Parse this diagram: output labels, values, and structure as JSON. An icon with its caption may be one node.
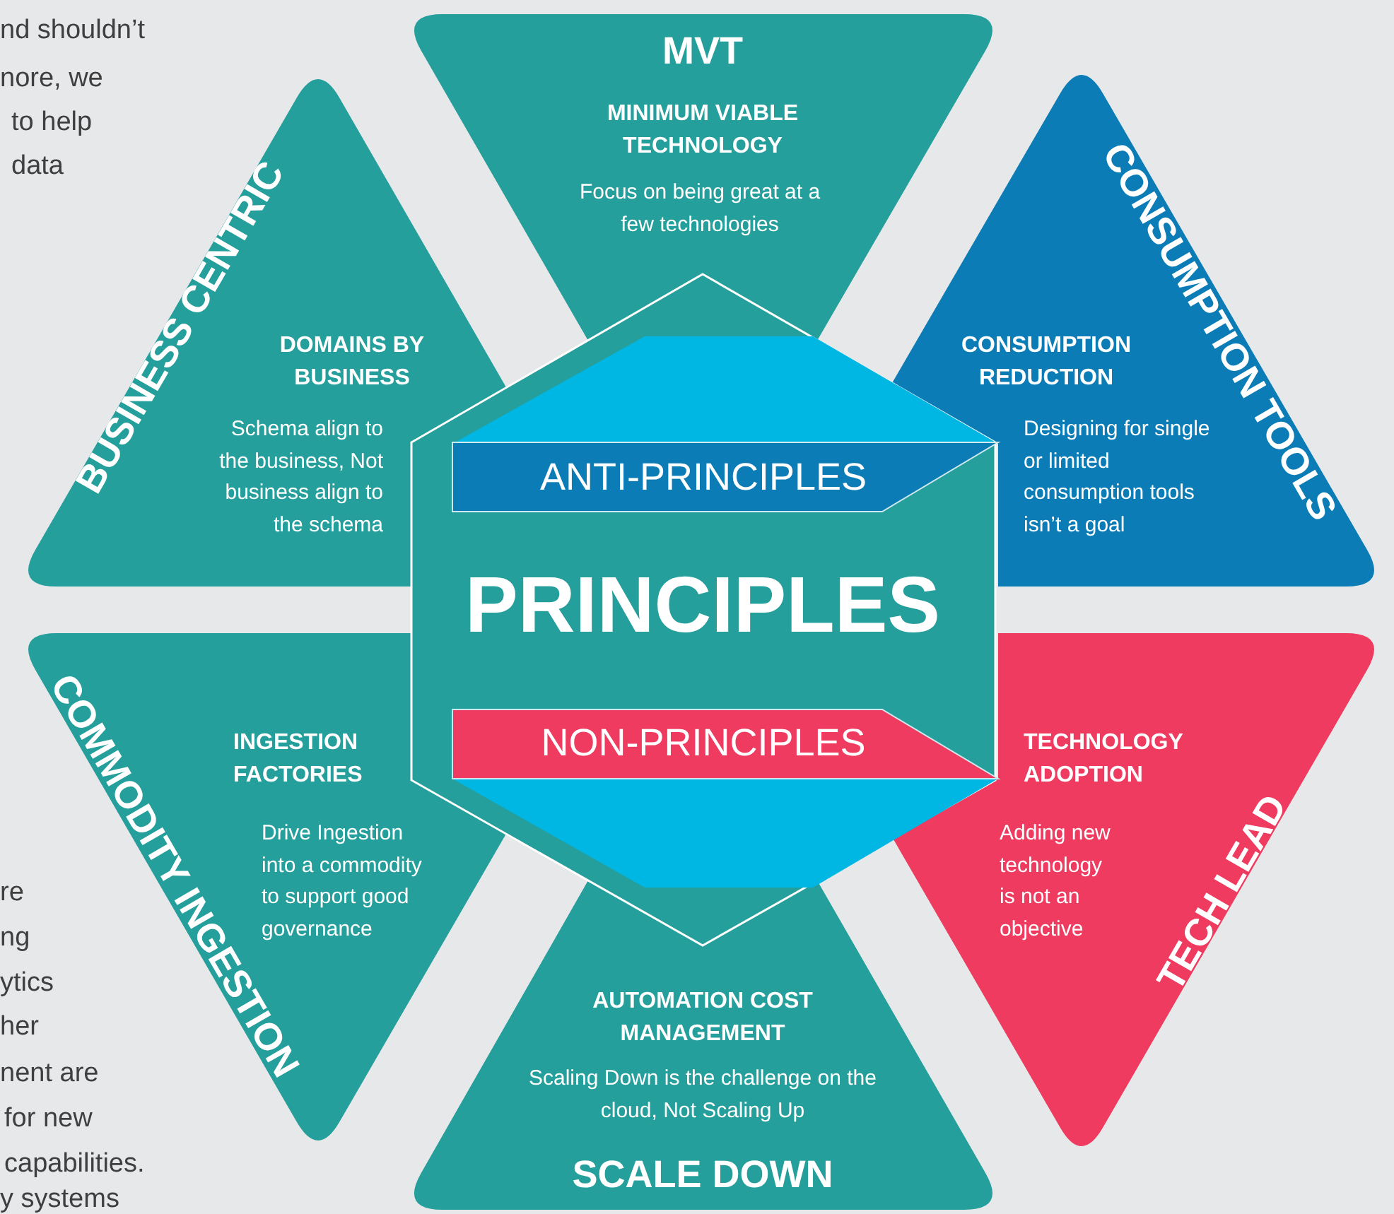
{
  "diagram": {
    "nodes": [
      {
        "text": [
          "MVT",
          "MINIMUM VIABLE TECHNOLOGY",
          "Focus on being great at a few technologies"
        ]
      },
      {
        "text": [
          "BUSINESS CENTRIC",
          "DOMAINS BY BUSINESS",
          "Schema align to the business, Not business align to the schema"
        ]
      },
      {
        "text": [
          "CONSUMPTION TOOLS",
          "CONSUMPTION REDUCTION",
          "Designing for single or limited consumption tools isn’t a goal"
        ]
      },
      {
        "text": [
          "PRINCIPLES"
        ]
      },
      {
        "text": [
          "ANTI-PRINCIPLES"
        ],
        "in": 3
      },
      {
        "text": [
          "NON-PRINCIPLES"
        ],
        "in": 3
      },
      {
        "text": [
          "COMMODITY INGESTION",
          "INGESTION FACTORIES",
          "Drive Ingestion into a commodity to support good governance"
        ]
      },
      {
        "text": [
          "TECH LEAD",
          "TECHNOLOGY ADOPTION",
          "Adding new technology is not an objective"
        ]
      },
      {
        "text": [
          "AUTOMATION COST MANAGEMENT",
          "Scaling Down is the challenge on the cloud, Not Scaling Up",
          "SCALE DOWN"
        ]
      }
    ],
    "labels": [
      "nd shouldn’t",
      "nore, we",
      "to help",
      "data",
      "re",
      "ng",
      "ytics",
      "her",
      "nent are",
      "for new",
      "capabilities.",
      "y systems"
    ]
  }
}
